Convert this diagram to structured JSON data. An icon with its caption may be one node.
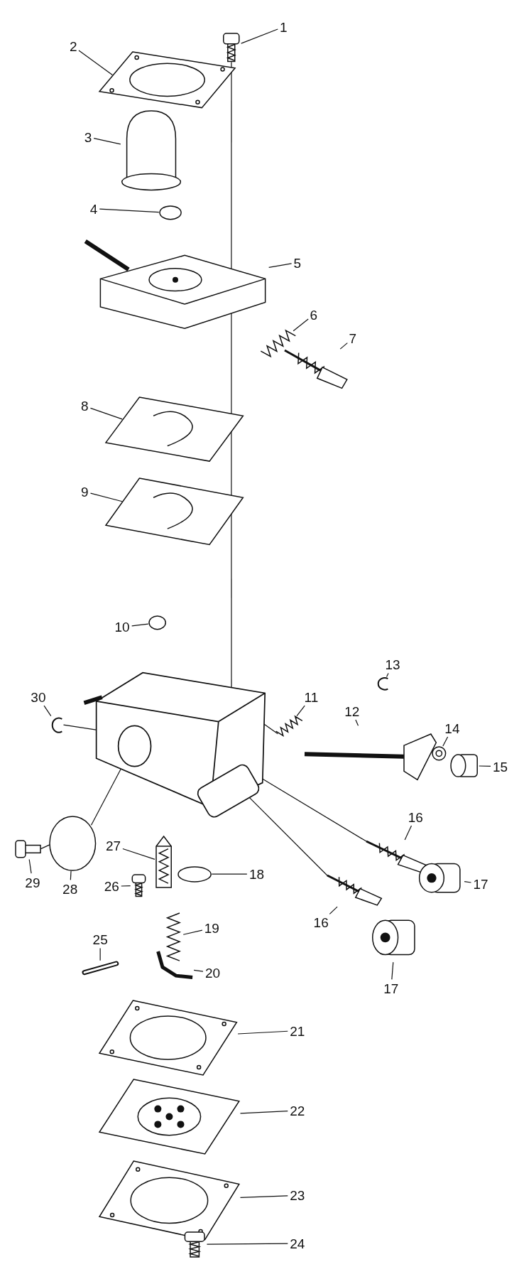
{
  "diagram": {
    "nodes": [
      {
        "text": [
          "1"
        ]
      },
      {
        "text": [],
        "shape": "picture"
      },
      {
        "text": [
          "2"
        ]
      },
      {
        "text": [],
        "shape": "picture"
      },
      {
        "text": [
          "3"
        ]
      },
      {
        "text": [],
        "shape": "cylinder"
      },
      {
        "text": [
          "4"
        ]
      },
      {
        "text": [],
        "shape": "circle"
      },
      {
        "text": [
          "5"
        ]
      },
      {
        "text": [],
        "shape": "picture"
      },
      {
        "text": [
          "6"
        ]
      },
      {
        "text": [],
        "shape": "picture"
      },
      {
        "text": [
          "7"
        ]
      },
      {
        "text": [],
        "shape": "picture"
      },
      {
        "text": [
          "8"
        ]
      },
      {
        "text": [],
        "shape": "picture"
      },
      {
        "text": [
          "9"
        ]
      },
      {
        "text": [],
        "shape": "picture"
      },
      {
        "text": [
          "10"
        ]
      },
      {
        "text": [],
        "shape": "circle"
      },
      {
        "text": [
          "11"
        ]
      },
      {
        "text": [],
        "shape": "picture"
      },
      {
        "text": [
          "12"
        ]
      },
      {
        "text": [],
        "shape": "picture"
      },
      {
        "text": [
          "13"
        ]
      },
      {
        "text": [],
        "shape": "picture"
      },
      {
        "text": [
          "14"
        ]
      },
      {
        "text": [],
        "shape": "picture"
      },
      {
        "text": [
          "15"
        ]
      },
      {
        "text": [],
        "shape": "cylinder"
      },
      {
        "text": [
          "16"
        ]
      },
      {
        "text": [],
        "shape": "picture"
      },
      {
        "text": [
          "17"
        ]
      },
      {
        "text": [],
        "shape": "cylinder"
      },
      {
        "text": [
          "16"
        ]
      },
      {
        "text": [],
        "shape": "picture"
      },
      {
        "text": [
          "17"
        ]
      },
      {
        "text": [],
        "shape": "cylinder"
      },
      {
        "text": [
          "18"
        ]
      },
      {
        "text": [],
        "shape": "circle"
      },
      {
        "text": [
          "19"
        ]
      },
      {
        "text": [],
        "shape": "picture"
      },
      {
        "text": [
          "20"
        ]
      },
      {
        "text": [],
        "shape": "picture"
      },
      {
        "text": [
          "21"
        ]
      },
      {
        "text": [],
        "shape": "picture"
      },
      {
        "text": [
          "22"
        ]
      },
      {
        "text": [],
        "shape": "picture"
      },
      {
        "text": [
          "23"
        ]
      },
      {
        "text": [],
        "shape": "picture"
      },
      {
        "text": [
          "24"
        ]
      },
      {
        "text": [],
        "shape": "picture"
      },
      {
        "text": [
          "25"
        ]
      },
      {
        "text": [],
        "shape": "picture"
      },
      {
        "text": [
          "26"
        ]
      },
      {
        "text": [],
        "shape": "picture"
      },
      {
        "text": [
          "27"
        ]
      },
      {
        "text": [],
        "shape": "picture"
      },
      {
        "text": [
          "28"
        ]
      },
      {
        "text": [],
        "shape": "circle"
      },
      {
        "text": [
          "29"
        ]
      },
      {
        "text": [],
        "shape": "picture"
      },
      {
        "text": [
          "30"
        ]
      },
      {
        "text": [],
        "shape": "picture"
      },
      {
        "text": [],
        "shape": "picture"
      }
    ],
    "edges": [
      {
        "from": 0,
        "to": 1,
        "arrow": "none"
      },
      {
        "from": 2,
        "to": 3,
        "arrow": "none"
      },
      {
        "from": 4,
        "to": 5,
        "arrow": "none"
      },
      {
        "from": 6,
        "to": 7,
        "arrow": "none"
      },
      {
        "from": 8,
        "to": 9,
        "arrow": "none"
      },
      {
        "from": 10,
        "to": 11,
        "arrow": "none"
      },
      {
        "from": 12,
        "to": 13,
        "arrow": "none"
      },
      {
        "from": 14,
        "to": 15,
        "arrow": "none"
      },
      {
        "from": 16,
        "to": 17,
        "arrow": "none"
      },
      {
        "from": 18,
        "to": 19,
        "arrow": "none"
      },
      {
        "from": 20,
        "to": 21,
        "arrow": "none"
      },
      {
        "from": 22,
        "to": 23,
        "arrow": "none"
      },
      {
        "from": 24,
        "to": 25,
        "arrow": "none"
      },
      {
        "from": 26,
        "to": 27,
        "arrow": "none"
      },
      {
        "from": 28,
        "to": 29,
        "arrow": "none"
      },
      {
        "from": 30,
        "to": 31,
        "arrow": "none"
      },
      {
        "from": 32,
        "to": 33,
        "arrow": "none"
      },
      {
        "from": 34,
        "to": 35,
        "arrow": "none"
      },
      {
        "from": 36,
        "to": 37,
        "arrow": "none"
      },
      {
        "from": 38,
        "to": 39,
        "arrow": "none"
      },
      {
        "from": 40,
        "to": 41,
        "arrow": "none"
      },
      {
        "from": 42,
        "to": 43,
        "arrow": "none"
      },
      {
        "from": 44,
        "to": 45,
        "arrow": "none"
      },
      {
        "from": 46,
        "to": 47,
        "arrow": "none"
      },
      {
        "from": 48,
        "to": 49,
        "arrow": "none"
      },
      {
        "from": 50,
        "to": 51,
        "arrow": "none"
      },
      {
        "from": 52,
        "to": 53,
        "arrow": "none"
      },
      {
        "from": 54,
        "to": 55,
        "arrow": "none"
      },
      {
        "from": 56,
        "to": 57,
        "arrow": "none"
      },
      {
        "from": 58,
        "to": 59,
        "arrow": "none"
      },
      {
        "from": 60,
        "to": 61,
        "arrow": "none"
      },
      {
        "from": 62,
        "to": 63,
        "arrow": "none"
      },
      {
        "from": 1,
        "to": 3,
        "arrow": "none"
      },
      {
        "from": 64,
        "to": 59,
        "arrow": "none"
      },
      {
        "from": 64,
        "to": 35,
        "arrow": "none"
      },
      {
        "from": 64,
        "to": 31,
        "arrow": "none"
      },
      {
        "from": 64,
        "to": 21,
        "arrow": "none"
      },
      {
        "from": 61,
        "to": 59,
        "arrow": "none"
      },
      {
        "from": 63,
        "to": 64,
        "arrow": "none"
      },
      {
        "from": 3,
        "to": 9,
        "arrow": "none"
      },
      {
        "from": 9,
        "to": 15,
        "arrow": "none"
      },
      {
        "from": 15,
        "to": 17,
        "arrow": "none"
      },
      {
        "from": 17,
        "to": 64,
        "arrow": "none"
      }
    ]
  }
}
